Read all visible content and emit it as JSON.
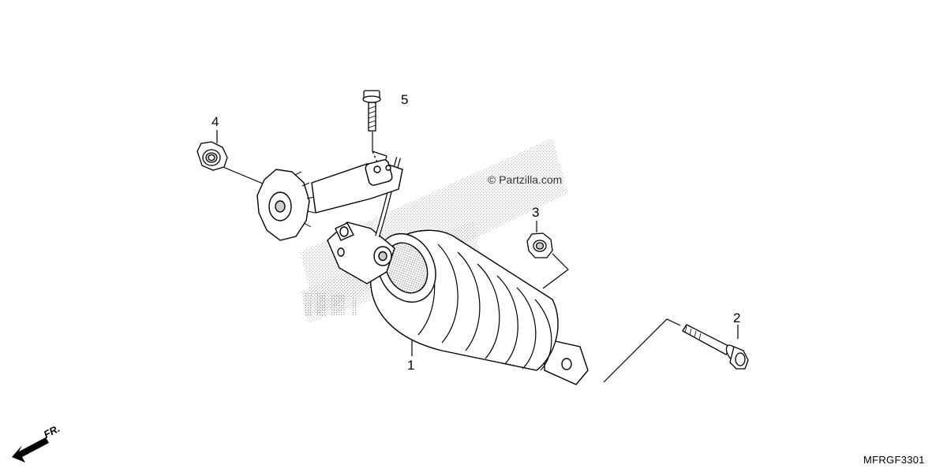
{
  "callouts": {
    "part_1": "1",
    "part_2": "2",
    "part_3": "3",
    "part_4": "4",
    "part_5": "5"
  },
  "watermark": "© Partzilla.com",
  "diagram_code": "MFRGF3301",
  "front_indicator": "FR.",
  "colors": {
    "line": "#000000",
    "stipple": "#9a9a9a",
    "background": "#ffffff"
  }
}
